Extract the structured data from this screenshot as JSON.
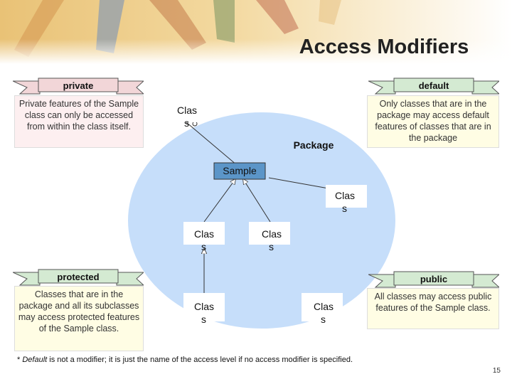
{
  "title": "Access Modifiers",
  "ribbons": {
    "private": "private",
    "default": "default",
    "protected": "protected",
    "public": "public"
  },
  "descriptions": {
    "private": "Private features of the Sample class can only be accessed from within the class itself.",
    "default": "Only classes that are in the package may access default features of classes that are in the package",
    "protected": "Classes that are in the package and all its subclasses may access protected features of the Sample class.",
    "public": "All classes may access public features of the Sample class."
  },
  "diagram": {
    "package_label": "Package",
    "sample_label": "Sample",
    "class_line1": "Clas",
    "class_line2": "s"
  },
  "footnote": {
    "prefix": "* ",
    "italic": "Default",
    "rest": " is not a modifier; it is just the name of the access level if no access modifier is specified."
  },
  "page_number": "15",
  "colors": {
    "package_fill": "#c6defa",
    "sample_fill": "#5b95c8",
    "ribbon_pink": "#f2d6d8",
    "ribbon_green": "#d4ead2",
    "desc_bg_yellow": "#fffde4",
    "desc_bg_pink": "#fdeff0"
  }
}
